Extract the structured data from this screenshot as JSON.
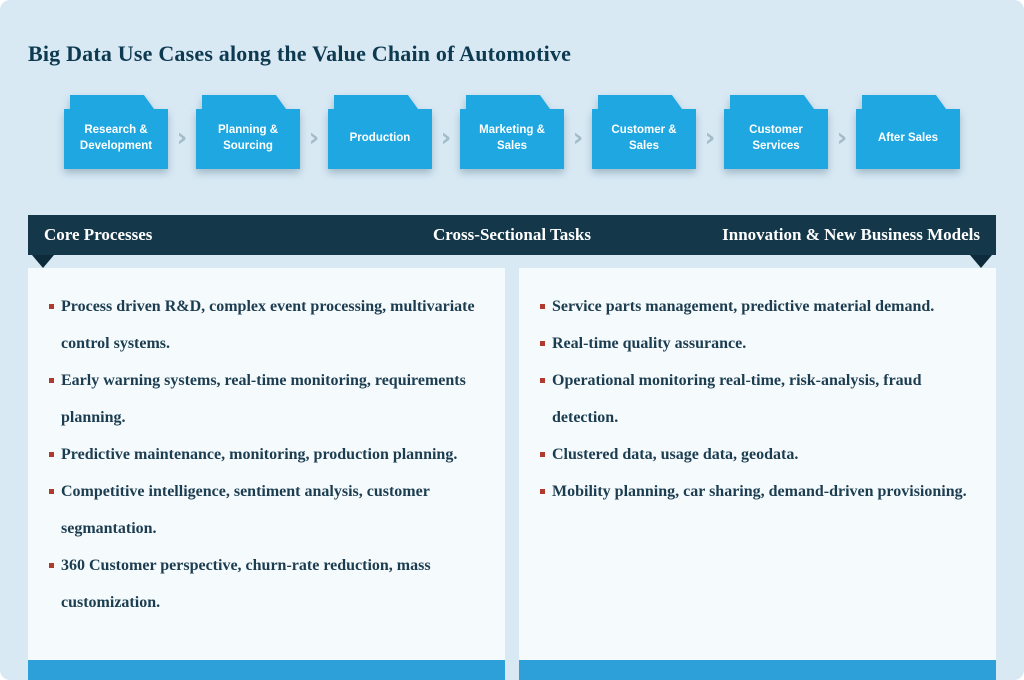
{
  "title": "Big Data Use Cases along the Value Chain of Automotive",
  "icons": {
    "stage_arrow": "›",
    "folder": "folder-icon",
    "bullet": "square-bullet-icon"
  },
  "value_chain": {
    "stages": [
      {
        "label": "Research & Development"
      },
      {
        "label": "Planning & Sourcing"
      },
      {
        "label": "Production"
      },
      {
        "label": "Marketing & Sales"
      },
      {
        "label": "Customer & Sales"
      },
      {
        "label": "Customer Services"
      },
      {
        "label": "After Sales"
      }
    ]
  },
  "band": {
    "core": "Core Processes",
    "cross": "Cross-Sectional Tasks",
    "innovation": "Innovation & New Business Models"
  },
  "panels": {
    "left": {
      "items": [
        "Process driven R&D, complex event processing, multivariate control systems.",
        "Early warning systems, real-time monitoring, requirements planning.",
        "Predictive maintenance, monitoring, production planning.",
        "Competitive intelligence, sentiment analysis, customer segmantation.",
        "360 Customer perspective, churn-rate reduction, mass customization."
      ]
    },
    "right": {
      "items": [
        "Service parts management, predictive material demand.",
        "Real-time quality assurance.",
        "Operational monitoring real-time, risk-analysis, fraud detection.",
        "Clustered data, usage data, geodata.",
        "Mobility planning, car sharing, demand-driven provisioning."
      ]
    }
  },
  "colors": {
    "page_bg": "#d8e9f4",
    "title_navy": "#0d3a50",
    "folder_blue": "#1ea7e0",
    "band_navy": "#14384a",
    "panel_bg": "#f5fafd",
    "text_navy": "#1c3d50",
    "bullet_red": "#b03a2e",
    "bottom_blue": "#2d9fd9"
  }
}
